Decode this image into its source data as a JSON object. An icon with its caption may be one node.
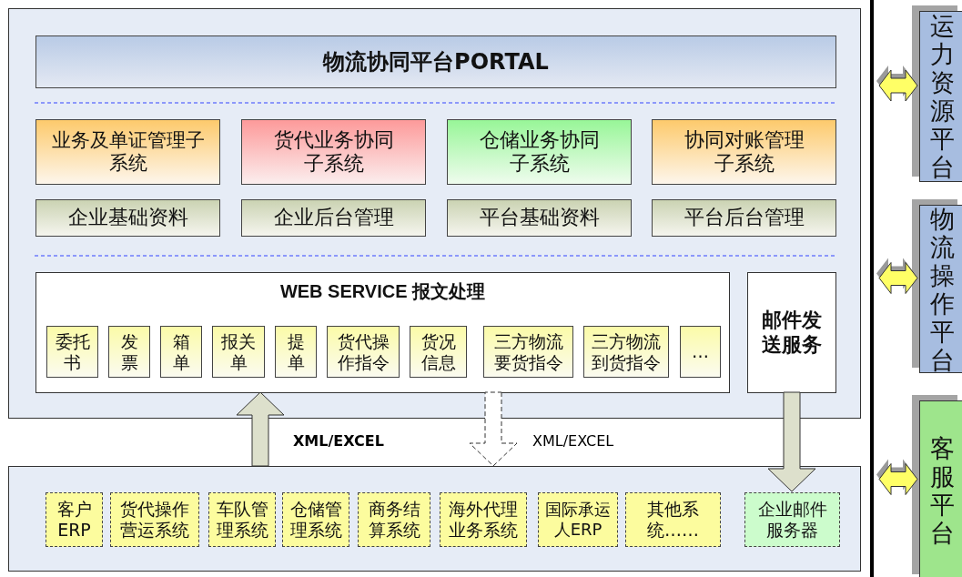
{
  "diagram": {
    "nodes": [
      {
        "text": [],
        "shape": "box"
      },
      {
        "text": [
          "物流协同平台PORTAL"
        ],
        "in": 0
      },
      {
        "text": [
          "业务及单证管理子系统"
        ],
        "in": 0
      },
      {
        "text": [
          "货代业务协同子系统"
        ],
        "in": 0
      },
      {
        "text": [
          "仓储业务协同子系统"
        ],
        "in": 0
      },
      {
        "text": [
          "协同对账管理子系统"
        ],
        "in": 0
      },
      {
        "text": [
          "企业基础资料"
        ],
        "in": 0
      },
      {
        "text": [
          "企业后台管理"
        ],
        "in": 0
      },
      {
        "text": [
          "平台基础资料"
        ],
        "in": 0
      },
      {
        "text": [
          "平台后台管理"
        ],
        "in": 0
      },
      {
        "text": [
          "WEB SERVICE 报文处理"
        ],
        "in": 0
      },
      {
        "text": [
          "委托书"
        ],
        "in": 10
      },
      {
        "text": [
          "发票"
        ],
        "in": 10
      },
      {
        "text": [
          "箱单"
        ],
        "in": 10
      },
      {
        "text": [
          "报关单"
        ],
        "in": 10
      },
      {
        "text": [
          "提单"
        ],
        "in": 10
      },
      {
        "text": [
          "货代操作指令"
        ],
        "in": 10
      },
      {
        "text": [
          "货况信息"
        ],
        "in": 10
      },
      {
        "text": [
          "三方物流要货指令"
        ],
        "in": 10
      },
      {
        "text": [
          "三方物流到货指令"
        ],
        "in": 10
      },
      {
        "text": [
          "…"
        ],
        "in": 10
      },
      {
        "text": [
          "邮件发送服务"
        ],
        "in": 0
      },
      {
        "text": [],
        "shape": "box"
      },
      {
        "text": [
          "客户ERP"
        ],
        "in": 22
      },
      {
        "text": [
          "货代操作营运系统"
        ],
        "in": 22
      },
      {
        "text": [
          "车队管理系统"
        ],
        "in": 22
      },
      {
        "text": [
          "仓储管理系统"
        ],
        "in": 22
      },
      {
        "text": [
          "商务结算系统"
        ],
        "in": 22
      },
      {
        "text": [
          "海外代理业务系统"
        ],
        "in": 22
      },
      {
        "text": [
          "国际承运人ERP"
        ],
        "in": 22
      },
      {
        "text": [
          "其他系统……"
        ],
        "in": 22
      },
      {
        "text": [
          "企业邮件服务器"
        ],
        "in": 22
      },
      {
        "text": [
          "运力资源平台"
        ]
      },
      {
        "text": [
          "物流操作平台"
        ]
      },
      {
        "text": [
          "客服平台"
        ]
      }
    ],
    "edges": [
      {
        "from": 22,
        "to": 10,
        "arrow": "to",
        "label": "XML/EXCEL",
        "style": "thick"
      },
      {
        "from": 10,
        "to": 22,
        "arrow": "to",
        "label": "XML/EXCEL",
        "style": "dashed"
      },
      {
        "from": 21,
        "to": 31,
        "arrow": "to",
        "style": "thick"
      },
      {
        "from": null,
        "to": 32,
        "arrow": "both",
        "style": "thick",
        "color": "#ffff66"
      },
      {
        "from": null,
        "to": 33,
        "arrow": "both",
        "style": "thick",
        "color": "#ffff66"
      },
      {
        "from": null,
        "to": 34,
        "arrow": "both",
        "style": "thick",
        "color": "#ffff66"
      }
    ]
  }
}
